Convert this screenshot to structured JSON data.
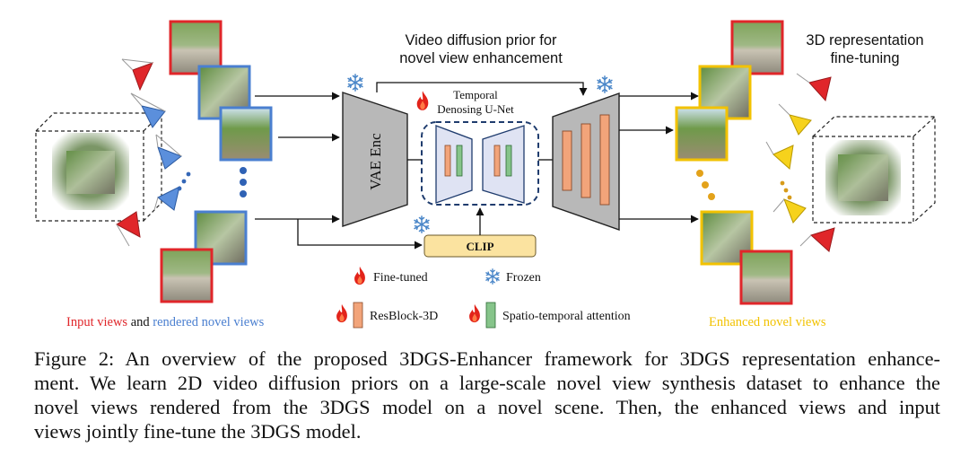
{
  "figure": {
    "prior_title_line1": "Video diffusion prior for",
    "prior_title_line2": "novel view enhancement",
    "finetune_title_line1": "3D representation",
    "finetune_title_line2": "fine-tuning",
    "encoder_label": "VAE Enc",
    "unet_label_line1": "Temporal",
    "unet_label_line2": "Denosing U-Net",
    "clip_label": "CLIP",
    "legend": {
      "finetuned": "Fine-tuned",
      "frozen": "Frozen",
      "resblock": "ResBlock-3D",
      "attention": "Spatio-temporal attention"
    },
    "left_caption": {
      "part1": "Input views",
      "part2": " and ",
      "part3": "rendered novel views"
    },
    "right_caption": "Enhanced novel views",
    "colors": {
      "input_red": "#e0262a",
      "rendered_blue": "#4a7fd0",
      "enhanced_yellow": "#f2c200",
      "encoder_gray": "#b8b8b8",
      "resblock_orange": "#f2a47a",
      "attention_green": "#86c48a",
      "clip_fill": "#fbe3a0",
      "unet_fill": "#dfe3f3",
      "dashed_navy": "#1f3c6e"
    },
    "icons": [
      "fire-icon",
      "snowflake-icon"
    ]
  },
  "caption": {
    "line1": "Figure 2: An overview of the proposed 3DGS-Enhancer framework for 3DGS representation enhance-",
    "line2": "ment. We learn 2D video diffusion priors on a large-scale novel view synthesis dataset to enhance the",
    "line3": "novel views rendered from the 3DGS model on a novel scene. Then, the enhanced views and input",
    "line4": "views jointly fine-tune the 3DGS model."
  }
}
